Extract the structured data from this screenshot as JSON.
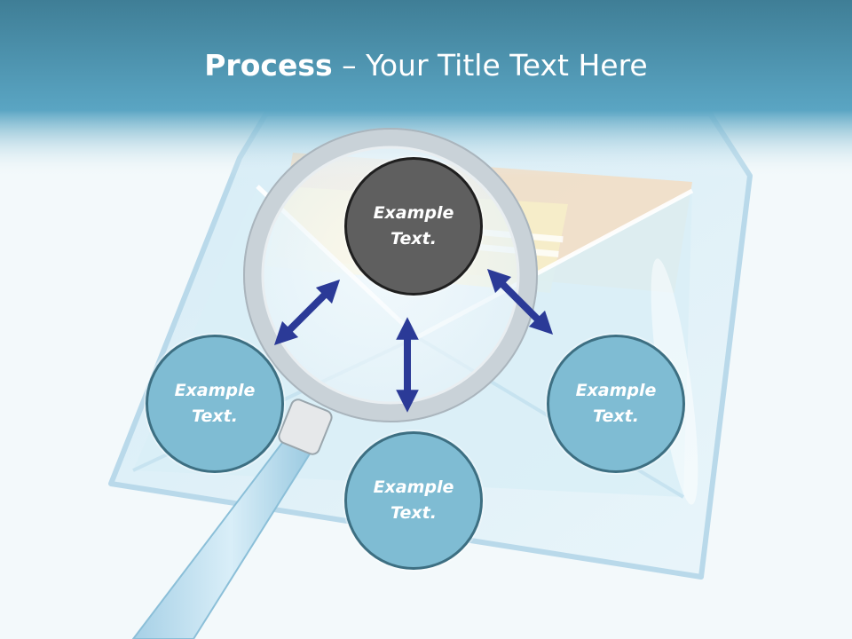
{
  "title": {
    "bold": "Process",
    "dash": " – ",
    "rest": "Your Title Text Here"
  },
  "nodes": {
    "top": {
      "line1": "Example",
      "line2": "Text."
    },
    "left": {
      "line1": "Example",
      "line2": "Text."
    },
    "bottom": {
      "line1": "Example",
      "line2": "Text."
    },
    "right": {
      "line1": "Example",
      "line2": "Text."
    }
  },
  "colors": {
    "header": "#4f9bb6",
    "node_blue": "#7fbcd3",
    "node_dark": "#5f5f5f",
    "arrow": "#2b3a97"
  },
  "icons": [
    "envelope-illustration",
    "magnifier-illustration",
    "double-arrow-icon"
  ]
}
